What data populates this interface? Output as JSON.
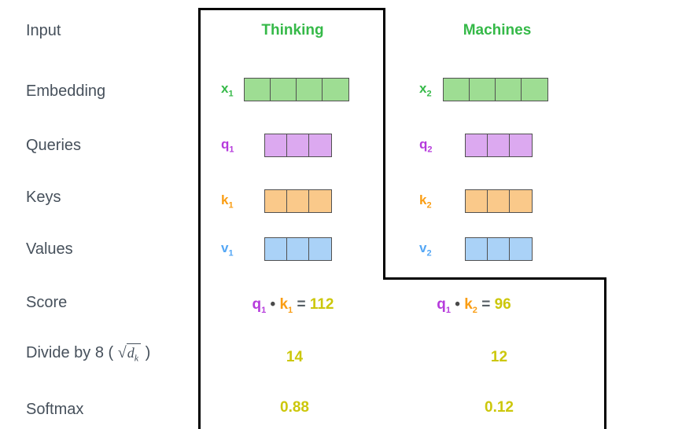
{
  "palette": {
    "green": "#35B948",
    "green_fill": "#9EDD93",
    "purple": "#B63BDC",
    "purple_fill": "#DCA9F0",
    "orange": "#FA9D13",
    "orange_fill": "#FAC98A",
    "blue": "#54A7F5",
    "blue_fill": "#AAD2F7",
    "yellow": "#CCC70B",
    "label_gray": "#46505B",
    "dot_gray": "#4A4A4A",
    "equals_gray": "#555E64",
    "cell_border": "#515151",
    "box_border": "#000000"
  },
  "row_labels": {
    "input": "Input",
    "embedding": "Embedding",
    "queries": "Queries",
    "keys": "Keys",
    "values": "Values",
    "score": "Score",
    "softmax": "Softmax",
    "divide": {
      "prefix": "Divide by 8 ( ",
      "radical": "√",
      "arg_base": "d",
      "arg_sub": "k",
      "suffix": " )"
    }
  },
  "columns": [
    {
      "header": "Thinking",
      "embedding": {
        "base": "x",
        "sub": "1",
        "cells": 4
      },
      "query": {
        "base": "q",
        "sub": "1",
        "cells": 3
      },
      "key": {
        "base": "k",
        "sub": "1",
        "cells": 3
      },
      "value": {
        "base": "v",
        "sub": "1",
        "cells": 3
      },
      "score": {
        "q_base": "q",
        "q_sub": "1",
        "dot": "•",
        "k_base": "k",
        "k_sub": "1",
        "equals": "=",
        "result": "112"
      },
      "divided": "14",
      "softmax": "0.88"
    },
    {
      "header": "Machines",
      "embedding": {
        "base": "x",
        "sub": "2",
        "cells": 4
      },
      "query": {
        "base": "q",
        "sub": "2",
        "cells": 3
      },
      "key": {
        "base": "k",
        "sub": "2",
        "cells": 3
      },
      "value": {
        "base": "v",
        "sub": "2",
        "cells": 3
      },
      "score": {
        "q_base": "q",
        "q_sub": "1",
        "dot": "•",
        "k_base": "k",
        "k_sub": "2",
        "equals": "=",
        "result": "96"
      },
      "divided": "12",
      "softmax": "0.12"
    }
  ]
}
